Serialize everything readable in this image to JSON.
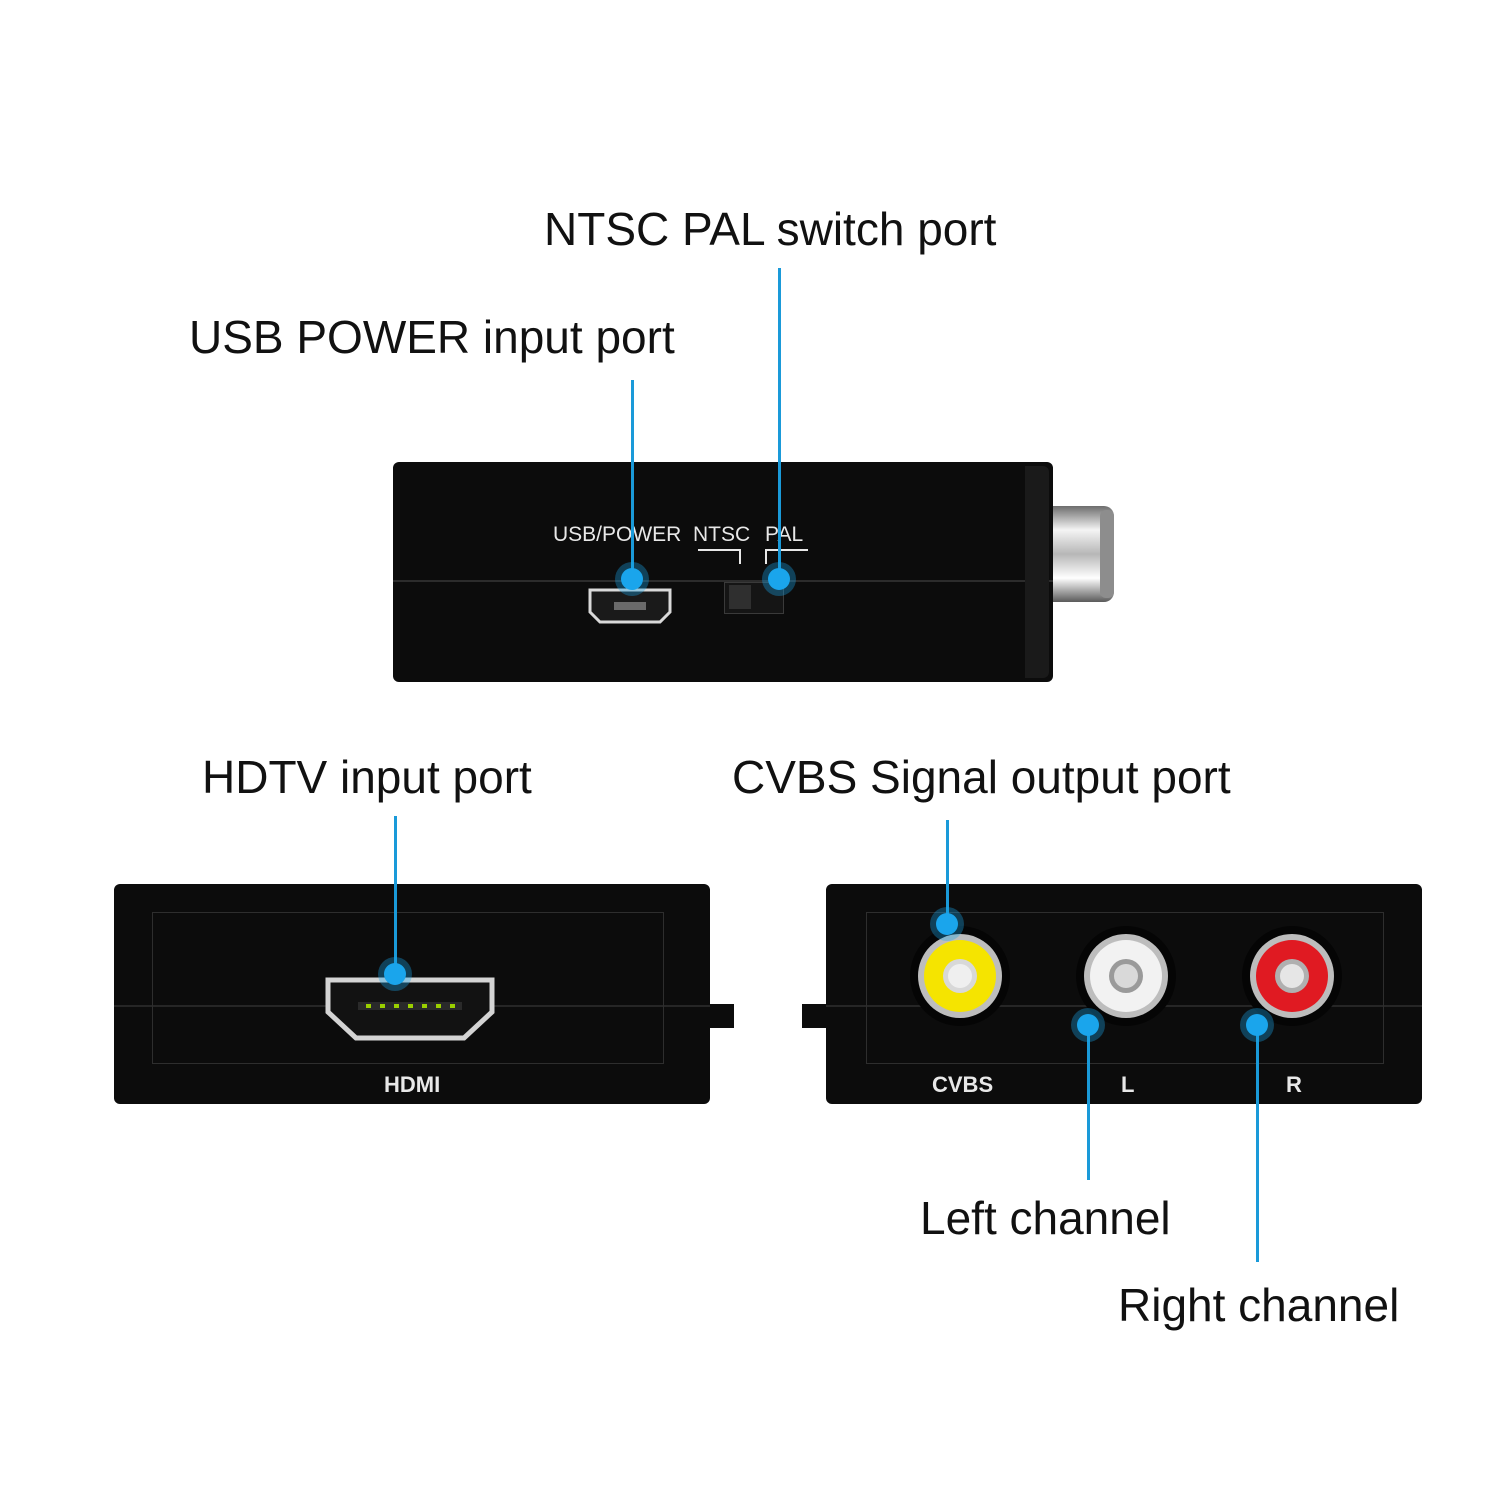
{
  "callouts": {
    "ntsc_pal": "NTSC PAL switch port",
    "usb_power": "USB POWER input port",
    "hdtv": "HDTV input port",
    "cvbs": "CVBS Signal output port",
    "left": "Left channel",
    "right": "Right channel"
  },
  "device_labels": {
    "usb_power": "USB/POWER",
    "ntsc": "NTSC",
    "pal": "PAL",
    "hdmi": "HDMI",
    "cvbs": "CVBS",
    "l": "L",
    "r": "R"
  },
  "colors": {
    "callout_line": "#1a9ad9",
    "device_body": "#0c0c0c",
    "rca_video": "#f5e400",
    "rca_left": "#f2f2f2",
    "rca_right": "#e01a22"
  }
}
